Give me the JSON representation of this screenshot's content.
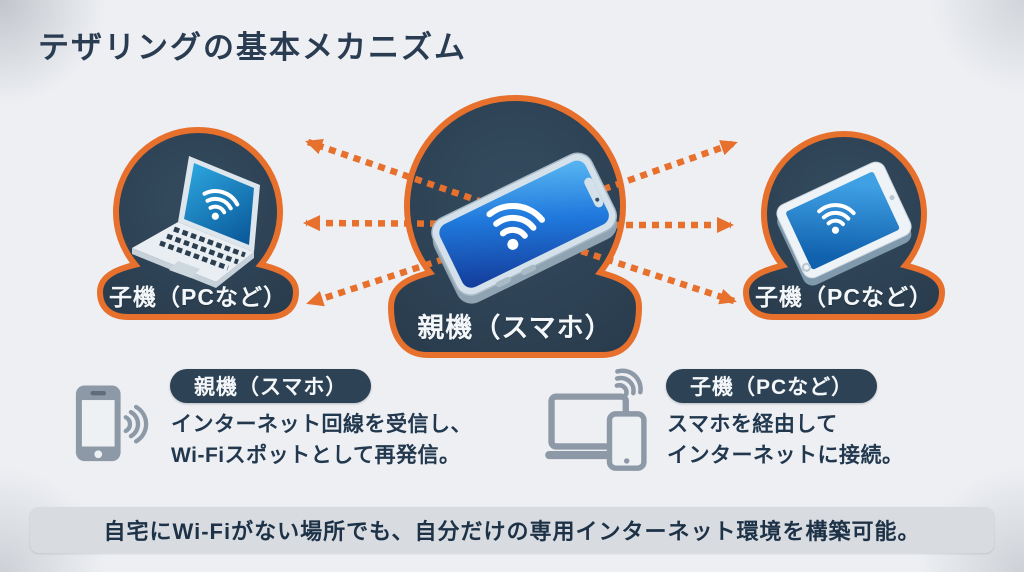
{
  "title": "テザリングの基本メカニズム",
  "bubbles": {
    "parent": {
      "label": "親機（スマホ）",
      "device": "smartphone"
    },
    "child_left": {
      "label": "子機（PCなど）",
      "device": "laptop"
    },
    "child_right": {
      "label": "子機（PCなど）",
      "device": "tablet"
    }
  },
  "info": {
    "parent": {
      "badge": "親機（スマホ）",
      "desc_line1": "インターネット回線を受信し、",
      "desc_line2": "Wi-Fiスポットとして再発信。"
    },
    "child": {
      "badge": "子機（PCなど）",
      "desc_line1": "スマホを経由して",
      "desc_line2": "インターネットに接続。"
    }
  },
  "banner": {
    "text": "自宅にWi-Fiがない場所でも、自分だけの専用インターネット環境を構築可能。"
  },
  "icons": [
    "wifi-icon",
    "smartphone-icon",
    "laptop-icon",
    "tablet-icon",
    "signal-waves-icon",
    "arrow-icon"
  ],
  "colors": {
    "background": "#edeff3",
    "bubble_navy": "#2e4254",
    "accent_orange": "#e6702c",
    "badge_navy": "#2d4254",
    "text_navy": "#22384e",
    "icon_gray": "#8d99a6",
    "banner_bg": "#d8dbe0",
    "screen_blue": "#2079dd"
  }
}
